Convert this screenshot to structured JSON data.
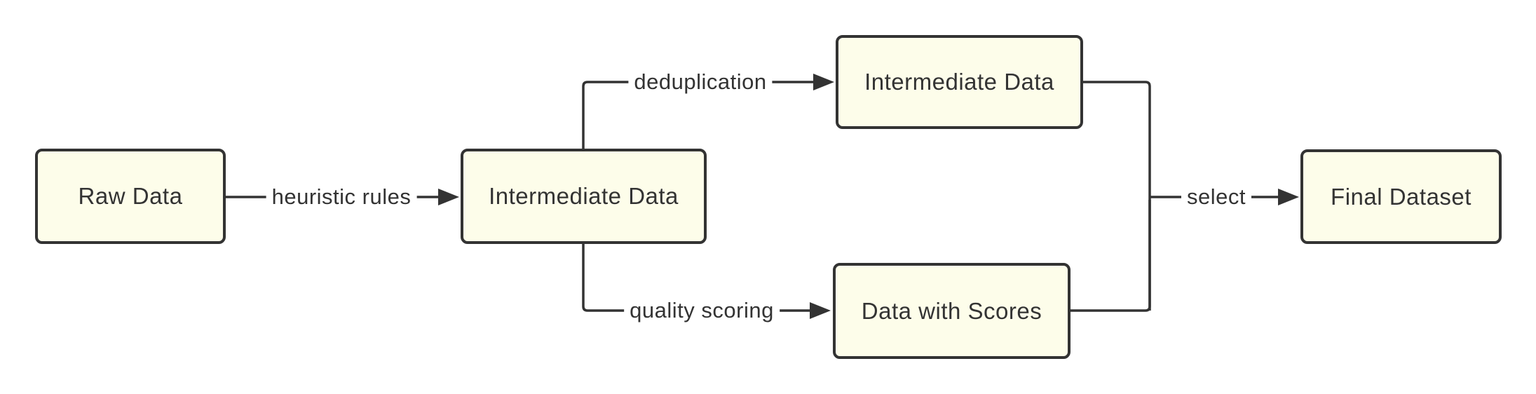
{
  "diagram": {
    "type": "flowchart",
    "direction": "left-to-right",
    "colors": {
      "background": "#ffffff",
      "node_fill": "#fdfdea",
      "node_border": "#333333",
      "edge": "#333333",
      "text": "#333333"
    },
    "nodes": [
      {
        "id": "raw",
        "label": "Raw Data"
      },
      {
        "id": "intermediate_mid",
        "label": "Intermediate Data"
      },
      {
        "id": "intermediate_top",
        "label": "Intermediate Data"
      },
      {
        "id": "scores",
        "label": "Data with Scores"
      },
      {
        "id": "final",
        "label": "Final Dataset"
      }
    ],
    "edges": [
      {
        "from": "raw",
        "to": "intermediate_mid",
        "label": "heuristic rules"
      },
      {
        "from": "intermediate_mid",
        "to": "intermediate_top",
        "label": "deduplication"
      },
      {
        "from": "intermediate_mid",
        "to": "scores",
        "label": "quality scoring"
      },
      {
        "from": "intermediate_top_and_scores_merge",
        "to": "final",
        "label": "select"
      }
    ]
  }
}
